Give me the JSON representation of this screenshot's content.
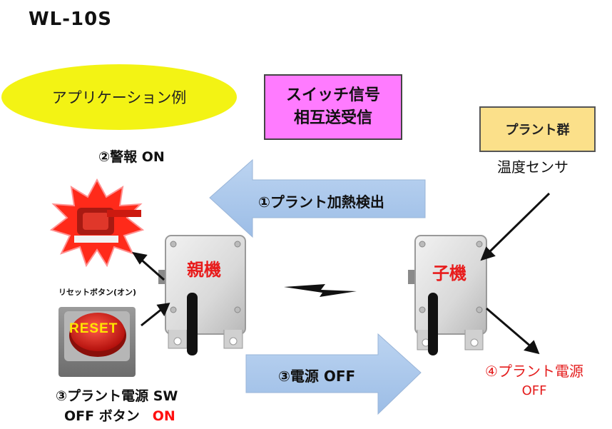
{
  "title": "WL-10S",
  "app_example": "アプリケーション例",
  "signal_box": {
    "line1": "スイッチ信号",
    "line2": "相互送受信"
  },
  "plant_box": "プラント群",
  "sensor_label": "温度センサ",
  "alarm_label": "②警報 ON",
  "arrow_top_label": "①プラント加熱検出",
  "arrow_bottom_label": "③電源 OFF",
  "parent_label": "親機",
  "child_label": "子機",
  "reset_caption": "リセットボタン(オン)",
  "reset_button_text": "RESET",
  "switch_caption_line1": "③プラント電源 SW",
  "switch_caption_line2": "OFF ボタン",
  "switch_caption_on": "ON",
  "power_caption": "④プラント電源",
  "power_off": "OFF",
  "colors": {
    "ellipse": "#f3f314",
    "signal_box": "#ff7bff",
    "plant_box": "#fbe08a",
    "arrow_fill": "#a9c7ea",
    "label_red": "#e81c1c"
  }
}
